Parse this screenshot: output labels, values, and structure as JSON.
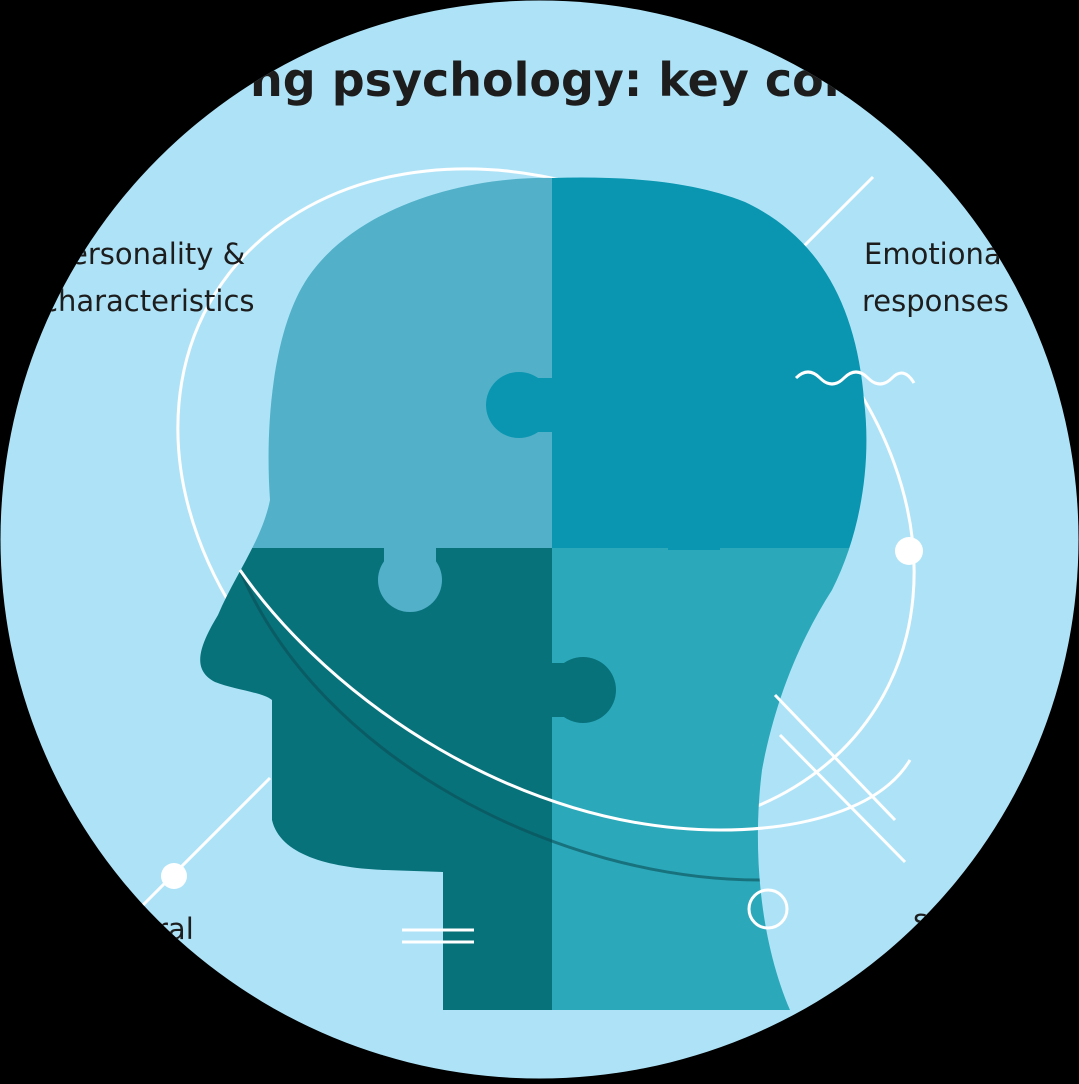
{
  "title": "ng psychology: key contrib",
  "labels": {
    "top_left_line1": "ersonality &",
    "top_left_line2": "characteristics",
    "top_right_line1": "Emotiona",
    "top_right_line2": "responses",
    "bottom_left": "ral",
    "bottom_right": "s"
  },
  "colors": {
    "frame": "#000000",
    "background": "#aee3f7",
    "text": "#1d1d1d",
    "puzzle_top_left": "#52b0c9",
    "puzzle_top_right": "#0a96b1",
    "puzzle_bottom_left": "#08727b",
    "puzzle_bottom_right": "#2ba9bb",
    "accent_line": "#ffffff"
  },
  "icons": [
    "head-silhouette",
    "puzzle-pieces",
    "orbit-ellipse",
    "squiggle",
    "node-dots",
    "ring"
  ]
}
